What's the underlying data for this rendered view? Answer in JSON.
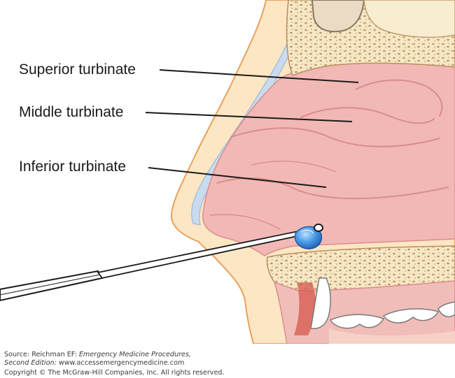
{
  "labels": {
    "superior": "Superior turbinate",
    "middle": "Middle turbinate",
    "inferior": "Inferior turbinate"
  },
  "credit": {
    "source_prefix": "Source: Reichman EF: ",
    "book_title": "Emergency Medicine Procedures,",
    "edition": "Second Edition:",
    "website": " www.accessemergencymedicine.com",
    "copyright": "Copyright © The McGraw-Hill Companies, Inc. All rights reserved."
  },
  "colors": {
    "skin": "#fde6c4",
    "skin_outline": "#e8a25e",
    "mucosa": "#f2b8b6",
    "mucosa_line": "#d98d8b",
    "bone": "#f6e8c6",
    "bone_dots": "#c9a577",
    "cartilage": "#c9dbee",
    "gum": "#f1bdb8",
    "teeth": "#ffffff",
    "blue_tip": "#3b8fe0",
    "leader_line": "#1a1a1a"
  },
  "icons": {
    "instrument": "nasal-probe-icon",
    "tip": "foreign-body-icon"
  }
}
